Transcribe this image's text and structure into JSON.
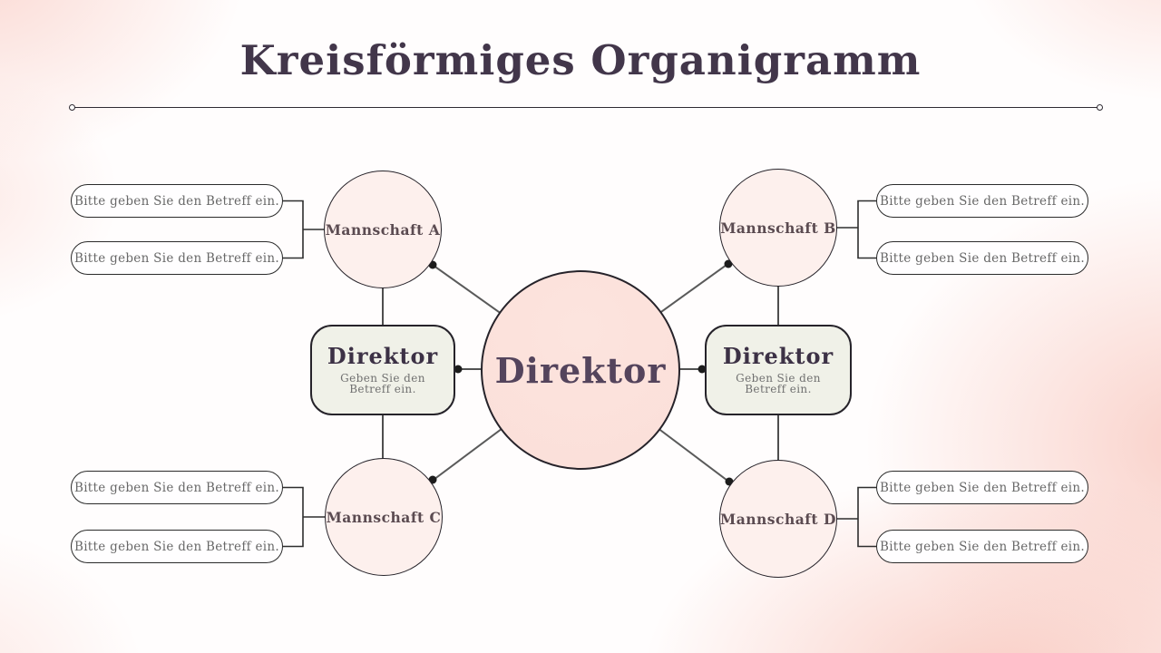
{
  "title": "Kreisförmiges Organigramm",
  "center_node": {
    "label": "Direktor"
  },
  "teams": [
    {
      "label": "Mannschaft A"
    },
    {
      "label": "Mannschaft B"
    },
    {
      "label": "Mannschaft C"
    },
    {
      "label": "Mannschaft D"
    }
  ],
  "director_boxes": {
    "left": {
      "title": "Direktor",
      "subtitle": "Geben Sie den Betreff ein."
    },
    "right": {
      "title": "Direktor",
      "subtitle": "Geben Sie den Betreff ein."
    }
  },
  "pill_text": "Bitte geben Sie den Betreff ein.",
  "colors": {
    "center_circle_fill": "#fbe0da",
    "team_circle_fill": "#fdf0ed",
    "director_box_fill": "#f0f1e8",
    "pill_fill": "#fffeff",
    "title_text": "#42364a",
    "center_label_text": "#54445c",
    "muted_text": "#707070",
    "connector_line": "#5a5a5a",
    "border": "#26232a",
    "background_pink": "#f7beb3"
  }
}
